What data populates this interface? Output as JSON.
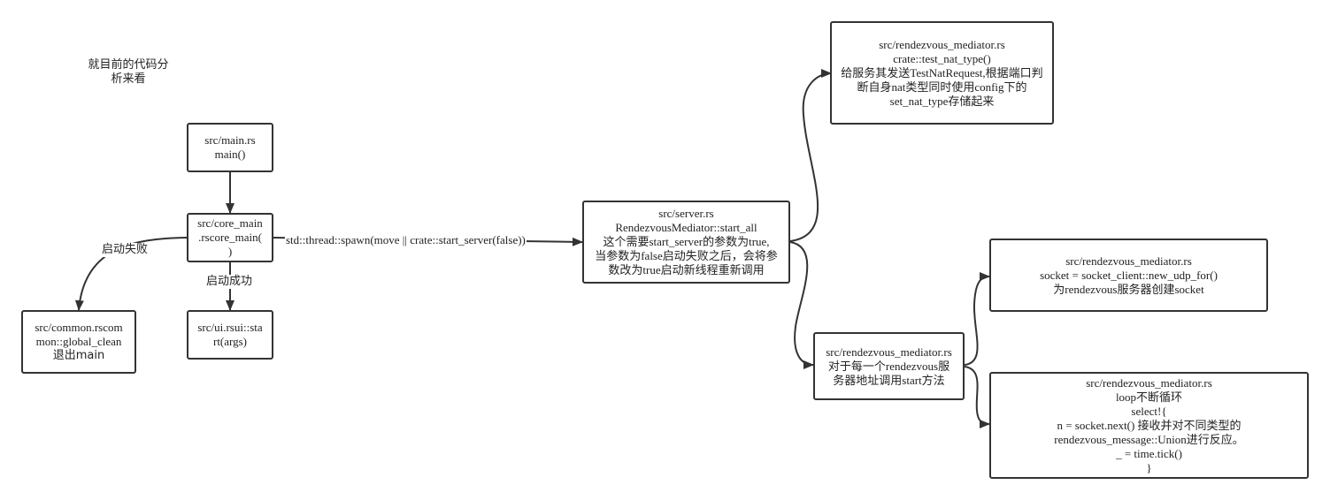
{
  "note": [
    "就目前的代码分",
    "析来看"
  ],
  "nodes": {
    "main": [
      "src/main.rs",
      "main()"
    ],
    "core_main": [
      "src/core_main",
      ".rscore_main(",
      ")"
    ],
    "ui_start": [
      "src/ui.rsui::sta",
      "rt(args)"
    ],
    "global_clean": [
      "src/common.rscom",
      "mon::global_clean",
      "退出main"
    ],
    "server": [
      "src/server.rs",
      "RendezvousMediator::start_all",
      "这个需要start_server的参数为true,",
      "当参数为false启动失败之后，会将参",
      "数改为true启动新线程重新调用"
    ],
    "test_nat": [
      "src/rendezvous_mediator.rs",
      "crate::test_nat_type()",
      "给服务其发送TestNatRequest,根据端口判",
      "断自身nat类型同时使用config下的",
      "set_nat_type存储起来"
    ],
    "mediator_start": [
      "src/rendezvous_mediator.rs",
      "对于每一个rendezvous服",
      "务器地址调用start方法"
    ],
    "udp_socket": [
      "src/rendezvous_mediator.rs",
      "socket = socket_client::new_udp_for()",
      "为rendezvous服务器创建socket"
    ],
    "loop": [
      "src/rendezvous_mediator.rs",
      "loop不断循环",
      "select!{",
      "n = socket.next() 接收并对不同类型的",
      "rendezvous_message::Union进行反应。",
      "_ = time.tick()",
      "}"
    ]
  },
  "edge_labels": {
    "fail": "启动失败",
    "success": "启动成功",
    "spawn": "std::thread::spawn(move || crate::start_server(false))"
  }
}
